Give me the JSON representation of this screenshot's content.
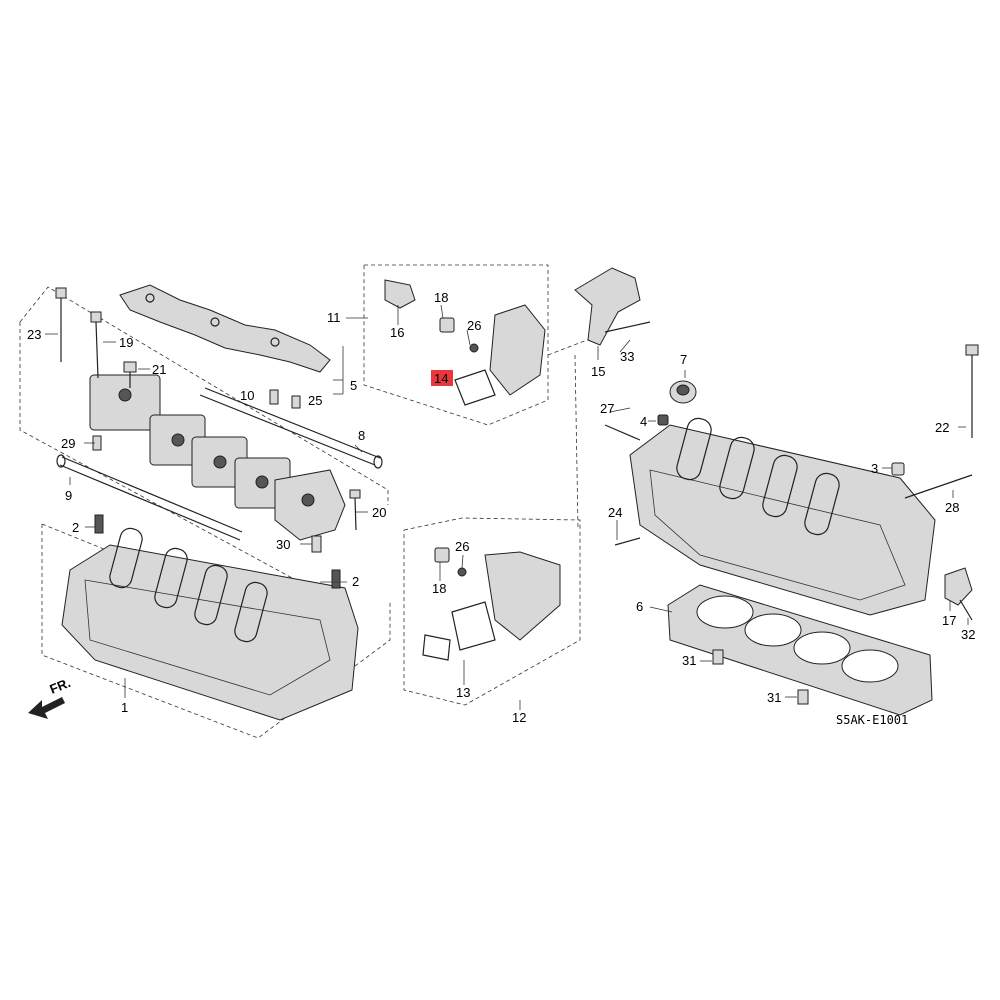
{
  "diagram": {
    "code": "S5AK-E1001",
    "direction_label": "FR.",
    "highlight_color": "#e8383d",
    "labels": [
      "1",
      "2",
      "2",
      "3",
      "4",
      "5",
      "6",
      "7",
      "8",
      "9",
      "10",
      "11",
      "12",
      "13",
      "14",
      "15",
      "16",
      "17",
      "18",
      "18",
      "19",
      "20",
      "21",
      "22",
      "23",
      "24",
      "25",
      "26",
      "26",
      "27",
      "28",
      "29",
      "30",
      "31",
      "31",
      "32",
      "33"
    ],
    "highlighted_label": "14"
  }
}
